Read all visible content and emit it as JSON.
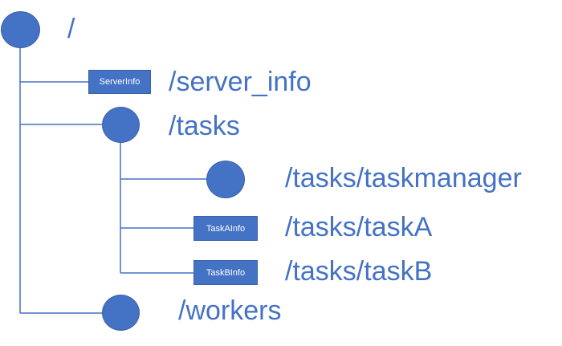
{
  "colors": {
    "node": "#4472c4",
    "line": "#4472c4",
    "text": "#4472c4",
    "box_text": "#ffffff"
  },
  "tree": {
    "root": {
      "path": "/",
      "kind": "circle",
      "children": [
        {
          "path": "/server_info",
          "kind": "box",
          "box_label": "ServerInfo"
        },
        {
          "path": "/tasks",
          "kind": "circle",
          "children": [
            {
              "path": "/tasks/taskmanager",
              "kind": "circle"
            },
            {
              "path": "/tasks/taskA",
              "kind": "box",
              "box_label": "TaskAInfo"
            },
            {
              "path": "/tasks/taskB",
              "kind": "box",
              "box_label": "TaskBInfo"
            }
          ]
        },
        {
          "path": "/workers",
          "kind": "circle"
        }
      ]
    }
  }
}
